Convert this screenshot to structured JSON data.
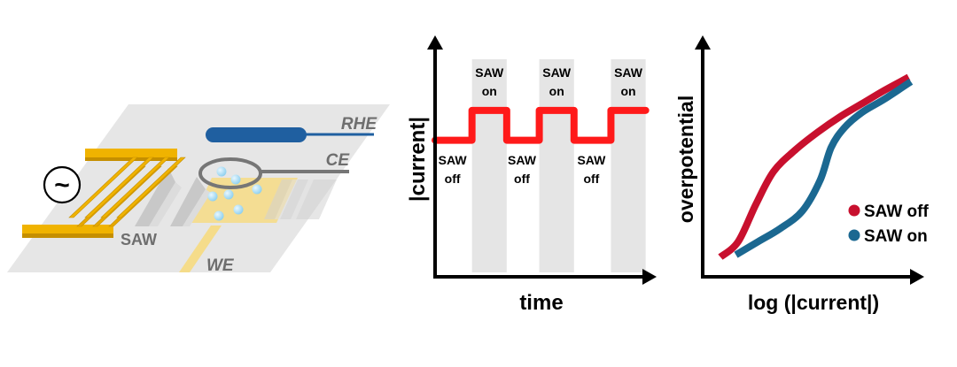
{
  "schematic": {
    "source_symbol": "~",
    "labels": {
      "rhe": "RHE",
      "ce": "CE",
      "we": "WE",
      "saw": "SAW"
    },
    "colors": {
      "substrate": "#e6e6e6",
      "electrode_gold": "#f0b300",
      "electrode_gold_dark": "#c58f00",
      "rhe_blue": "#1f5fa0",
      "ce_grey": "#767676",
      "we_yellow": "#f5dc8a",
      "bubble": "#a8dcf5",
      "label_grey": "#6e6e6e"
    }
  },
  "chart_data": [
    {
      "type": "line",
      "title": "",
      "xlabel": "time",
      "ylabel": "|current|",
      "x_ticks": [],
      "y_ticks": [],
      "grid": false,
      "xlim": [
        0,
        10
      ],
      "ylim": [
        0,
        10
      ],
      "shaded_bands": [
        {
          "label_top": "SAW",
          "label_bottom": "on",
          "x": [
            1.7,
            3.3
          ]
        },
        {
          "label_top": "SAW",
          "label_bottom": "on",
          "x": [
            4.8,
            6.4
          ]
        },
        {
          "label_top": "SAW",
          "label_bottom": "on",
          "x": [
            8.1,
            9.7
          ]
        }
      ],
      "off_labels": [
        {
          "label_top": "SAW",
          "label_bottom": "off",
          "x": 0.8
        },
        {
          "label_top": "SAW",
          "label_bottom": "off",
          "x": 4.0
        },
        {
          "label_top": "SAW",
          "label_bottom": "off",
          "x": 7.2
        }
      ],
      "series": [
        {
          "name": "|current|",
          "color": "#ff1a1a",
          "x": [
            0,
            1.7,
            1.7,
            3.3,
            3.3,
            4.8,
            4.8,
            6.4,
            6.4,
            8.1,
            8.1,
            9.7
          ],
          "y": [
            6.2,
            6.2,
            7.6,
            7.6,
            6.2,
            6.2,
            7.6,
            7.6,
            6.2,
            6.2,
            7.6,
            7.6
          ]
        }
      ]
    },
    {
      "type": "line",
      "title": "",
      "xlabel": "log (|current|)",
      "ylabel": "overpotential",
      "x_ticks": [],
      "y_ticks": [],
      "grid": false,
      "xlim": [
        0,
        10
      ],
      "ylim": [
        0,
        10
      ],
      "legend": "right",
      "series": [
        {
          "name": "SAW off",
          "color": "#c8102e",
          "x": [
            0.8,
            1.6,
            2.4,
            3.2,
            4.2,
            5.2,
            6.2,
            7.2,
            8.2,
            9.3
          ],
          "y": [
            0.9,
            1.6,
            3.3,
            4.8,
            5.8,
            6.6,
            7.3,
            7.9,
            8.5,
            9.1
          ]
        },
        {
          "name": "SAW on",
          "color": "#1b6891",
          "x": [
            1.5,
            2.5,
            3.5,
            4.5,
            5.3,
            5.8,
            6.4,
            7.2,
            8.2,
            9.4
          ],
          "y": [
            1.0,
            1.6,
            2.2,
            3.0,
            4.4,
            5.9,
            6.8,
            7.5,
            8.1,
            8.9
          ]
        }
      ]
    }
  ]
}
